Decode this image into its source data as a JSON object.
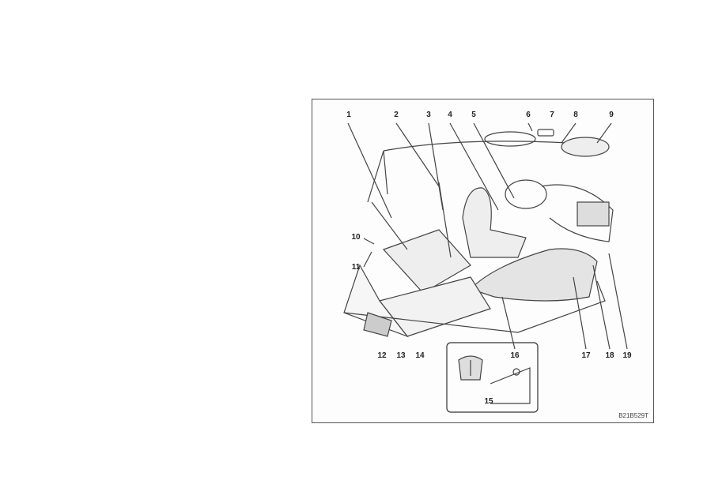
{
  "figure_code": "B21B529T",
  "callouts": [
    "1",
    "2",
    "3",
    "4",
    "5",
    "6",
    "7",
    "8",
    "9",
    "10",
    "11",
    "12",
    "13",
    "14",
    "15",
    "16",
    "17",
    "18",
    "19"
  ]
}
